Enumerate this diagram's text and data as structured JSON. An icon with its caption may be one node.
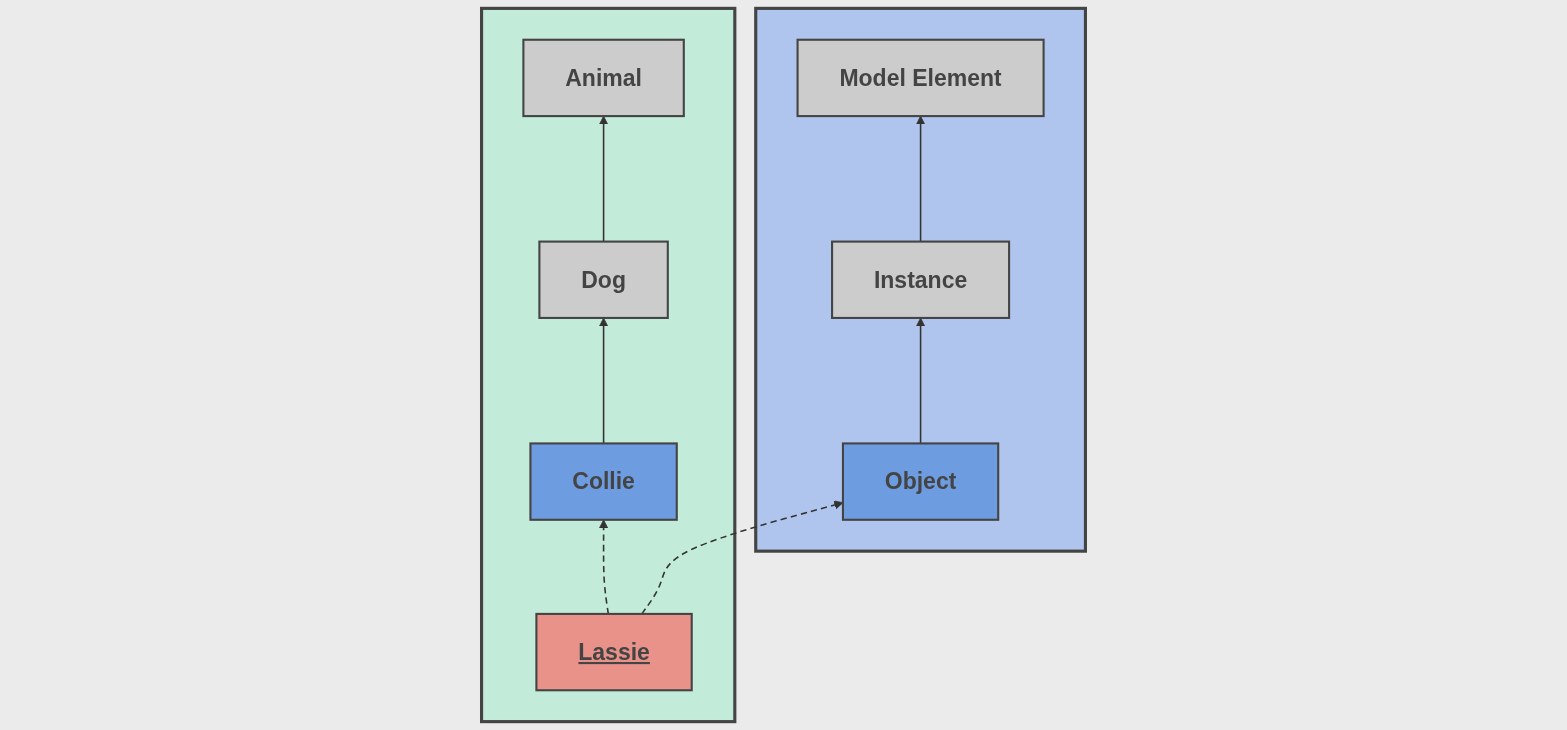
{
  "diagram": {
    "nodes": [
      {
        "text": [],
        "shape": "box"
      },
      {
        "text": [
          "Animal"
        ],
        "in": 0
      },
      {
        "text": [
          "Dog"
        ],
        "in": 0
      },
      {
        "text": [
          "Collie"
        ],
        "in": 0
      },
      {
        "text": [
          "Lassie"
        ],
        "in": 0
      },
      {
        "text": [],
        "shape": "box"
      },
      {
        "text": [
          "Model Element"
        ],
        "in": 5
      },
      {
        "text": [
          "Instance"
        ],
        "in": 5
      },
      {
        "text": [
          "Object"
        ],
        "in": 5
      }
    ],
    "edges": [
      {
        "from": 2,
        "to": 1,
        "arrow": "to"
      },
      {
        "from": 3,
        "to": 2,
        "arrow": "to"
      },
      {
        "from": 4,
        "to": 3,
        "arrow": "to",
        "style": "dashed"
      },
      {
        "from": 4,
        "to": 8,
        "arrow": "to",
        "style": "dashed"
      },
      {
        "from": 7,
        "to": 6,
        "arrow": "to"
      },
      {
        "from": 8,
        "to": 7,
        "arrow": "to"
      }
    ]
  }
}
